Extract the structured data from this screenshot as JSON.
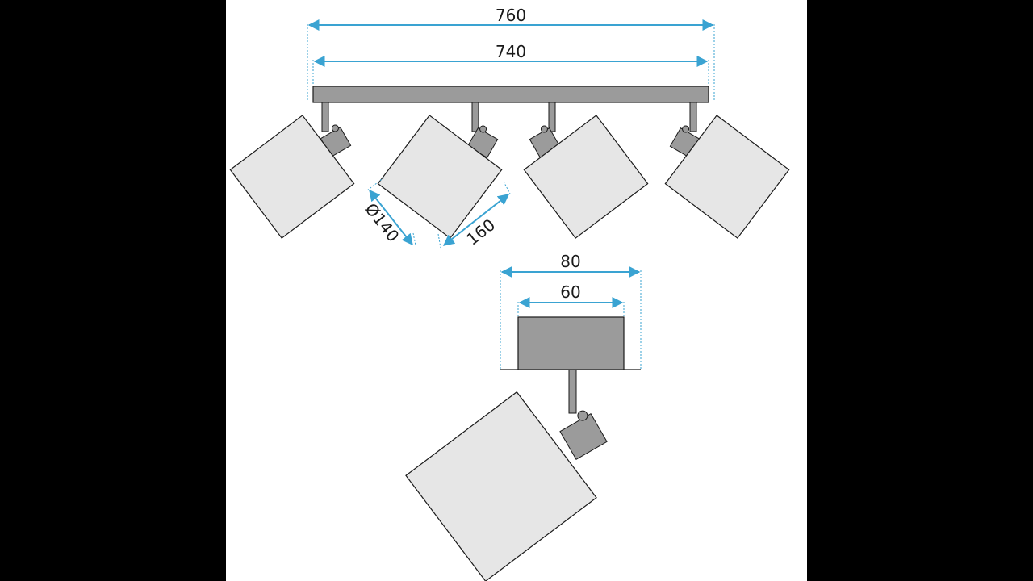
{
  "diagram": {
    "dimensions": {
      "bar_total_width": "760",
      "bar_width": "740",
      "shade_diameter": "Ø140",
      "shade_length": "160",
      "base_outer_width": "80",
      "base_inner_width": "60"
    },
    "colors": {
      "dimension_line": "#3aa3d2",
      "bar_fill": "#9b9b9b",
      "shade_fill": "#e6e6e6",
      "outline": "#1a1a1a",
      "background": "#ffffff",
      "letterbox": "#000000"
    }
  }
}
